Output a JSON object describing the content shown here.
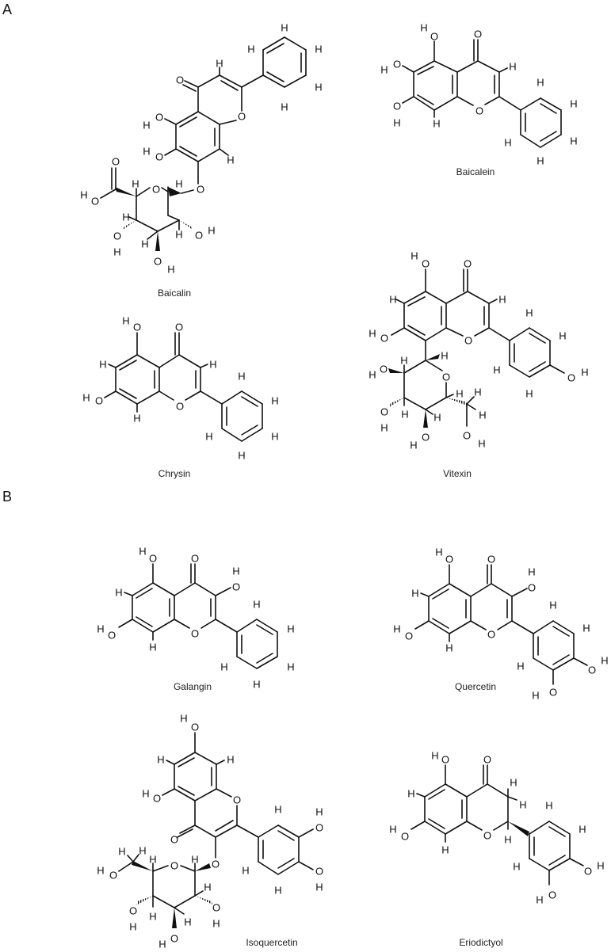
{
  "figure": {
    "panels": [
      {
        "label": "A",
        "compounds": [
          "Baicalin",
          "Baicalein",
          "Chrysin",
          "Vitexin"
        ]
      },
      {
        "label": "B",
        "compounds": [
          "Galangin",
          "Quercetin",
          "Isoquercetin",
          "Eriodictyol"
        ]
      }
    ],
    "captions": {
      "baicalin": "Baicalin",
      "baicalein": "Baicalein",
      "chrysin": "Chrysin",
      "vitexin": "Vitexin",
      "galangin": "Galangin",
      "quercetin": "Quercetin",
      "isoquercetin": "Isoquercetin",
      "eriodictyol": "Eriodictyol"
    },
    "atoms": {
      "O": "O",
      "H": "H",
      "HO": "HO",
      "OH": "OH"
    },
    "colors": {
      "ink": "#111111",
      "background": "#ffffff"
    }
  }
}
